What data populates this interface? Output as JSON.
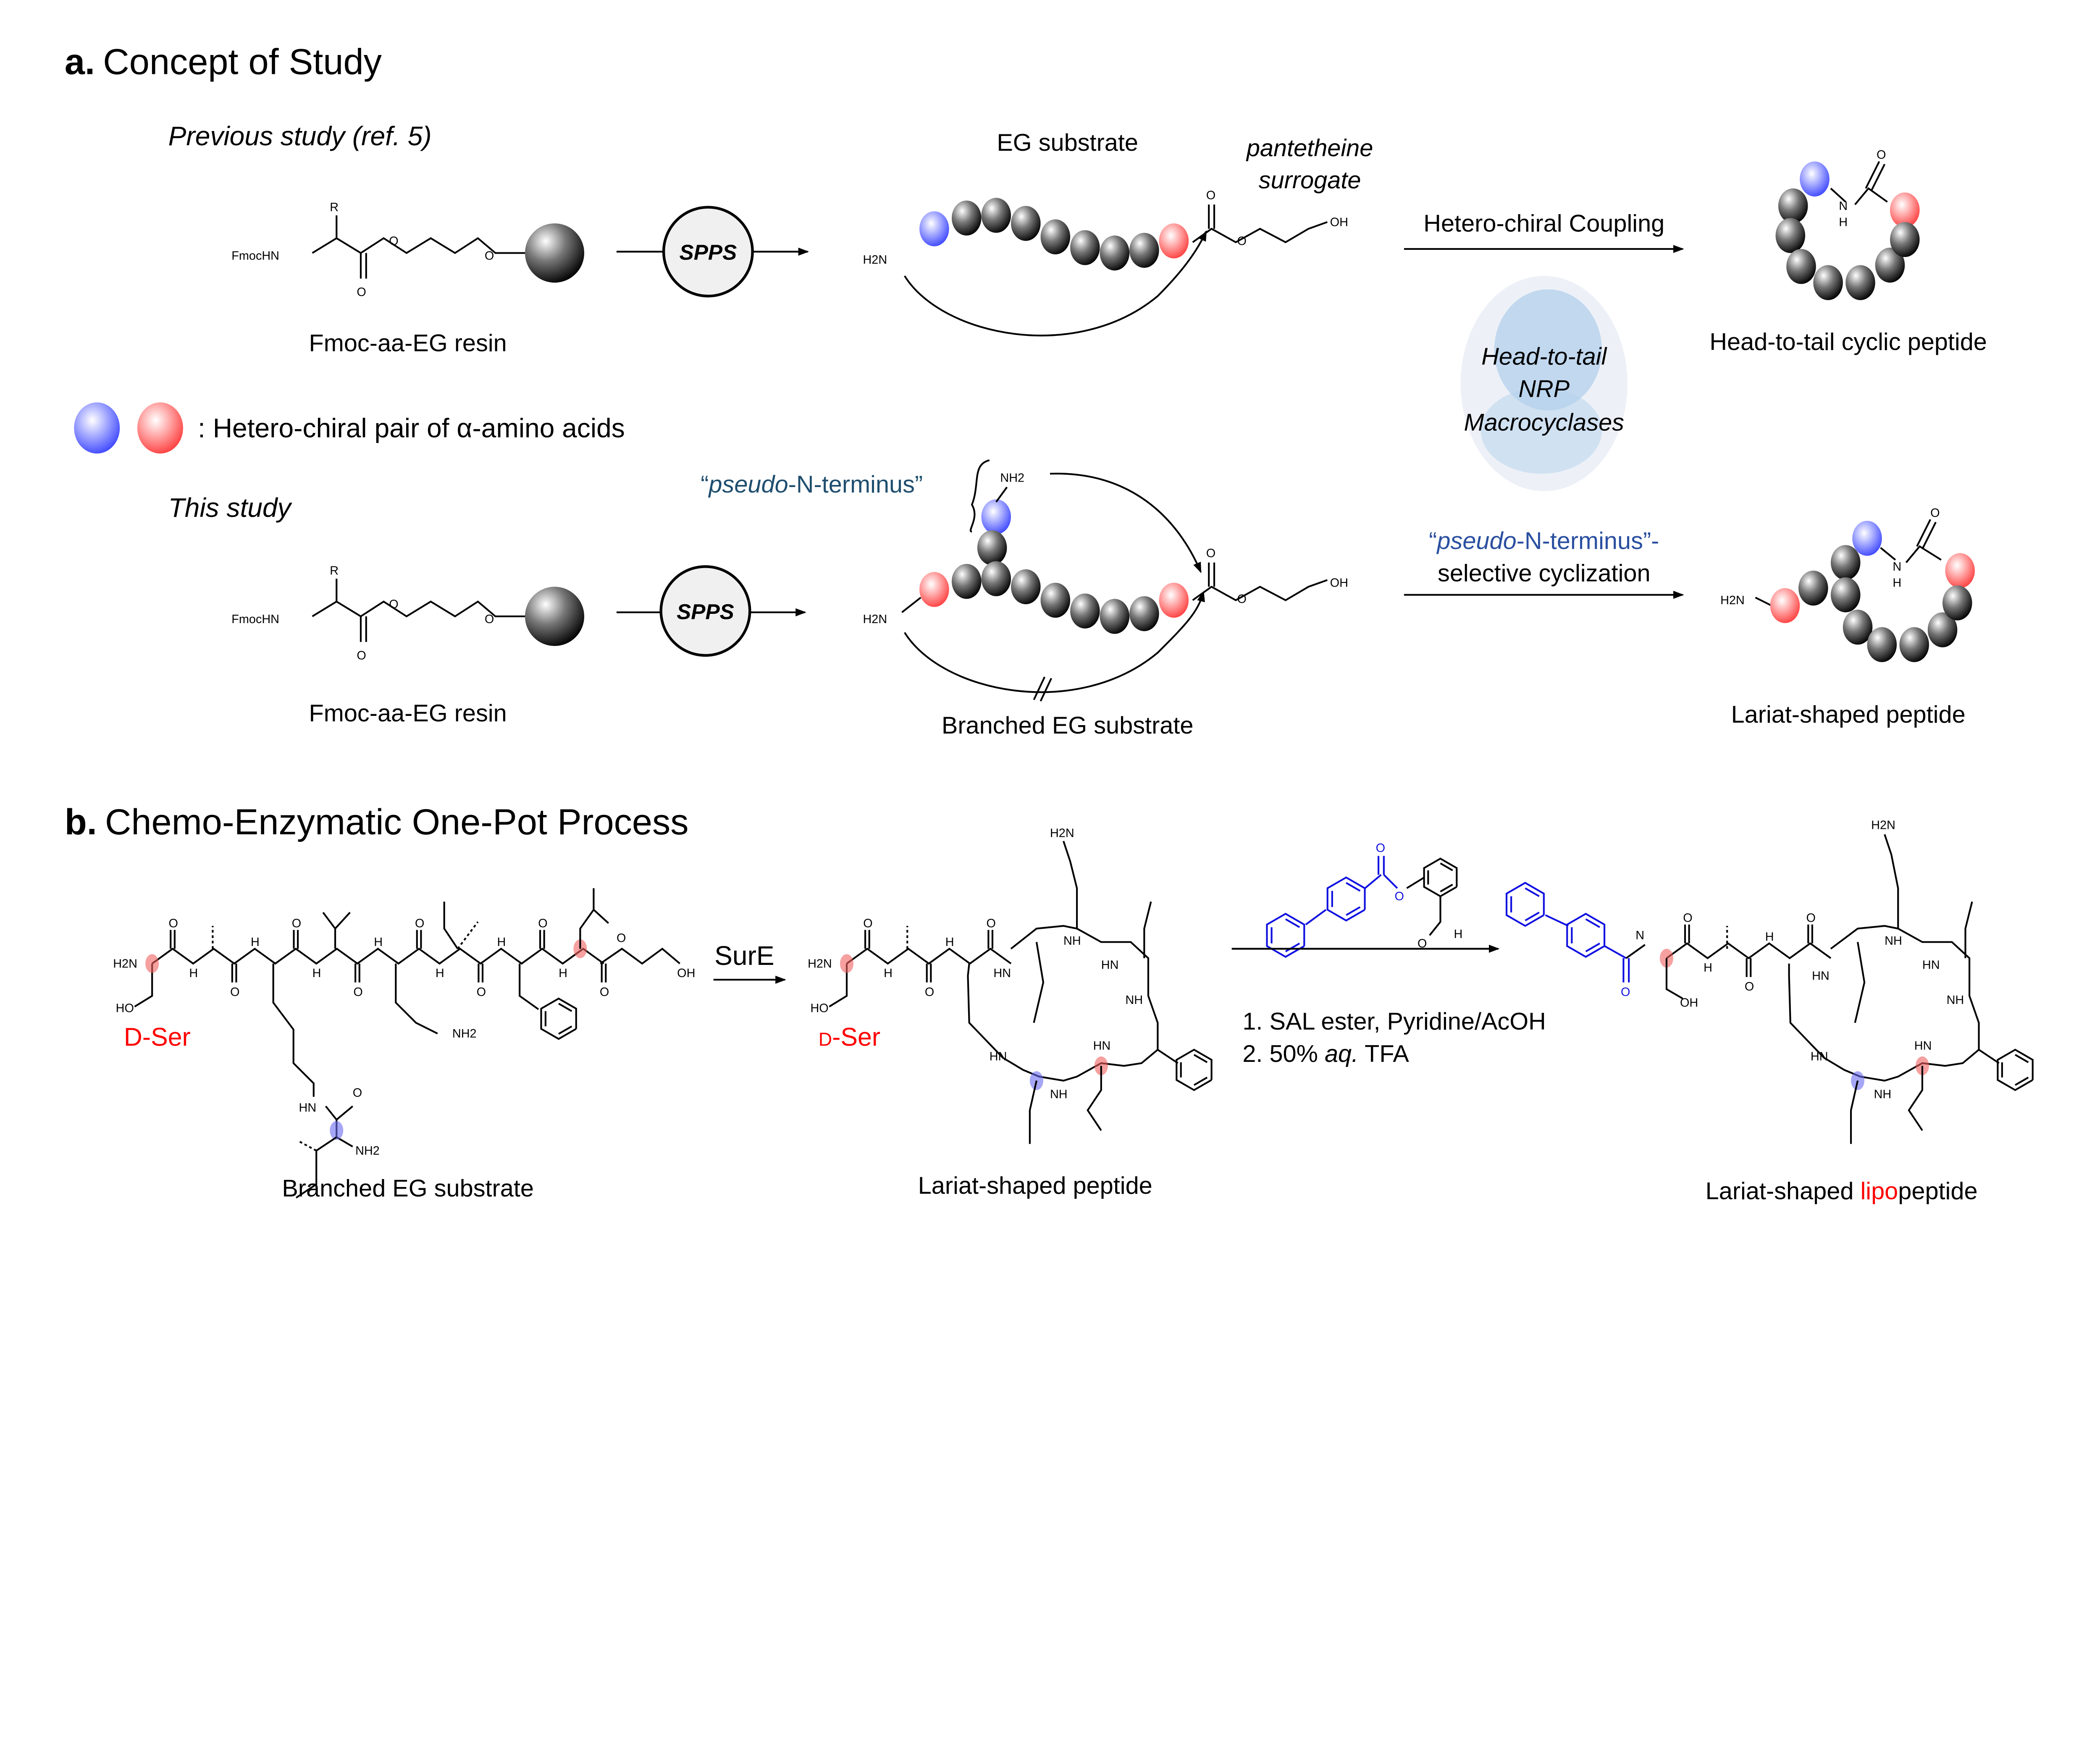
{
  "colors": {
    "blue_bead": "#3a44ff",
    "red_bead": "#ff3b3b",
    "grey_bead": "#222222",
    "pseudo_teal": "#1f4e6e",
    "pseudo_blue": "#2a4fa0",
    "highlight_red": "#ff0000",
    "reagent_blue": "#1010e0",
    "enzyme": "#9cc3ea"
  },
  "panel_a": {
    "title_letter": "a.",
    "title": "Concept of Study",
    "previous": {
      "heading": "Previous study (ref. 5)",
      "resin_label": "Fmoc-aa-EG resin",
      "r": "R",
      "fmochn": "FmocHN",
      "o": "O",
      "spps": "SPPS",
      "substrate_label": "EG substrate",
      "h2n": "H2N",
      "oh": "OH",
      "pantetheine": "pantetheine",
      "surrogate": "surrogate",
      "coupling": "Hetero-chiral Coupling",
      "product_label": "Head-to-tail cyclic peptide",
      "nh_n": "N",
      "nh_h": "H"
    },
    "legend": {
      "text": ": Hetero-chiral pair of α-amino acids"
    },
    "enzyme": {
      "line1": "Head-to-tail",
      "line2": "NRP",
      "line3": "Macrocyclases"
    },
    "this": {
      "heading": "This study",
      "resin_label": "Fmoc-aa-EG resin",
      "r": "R",
      "fmochn": "FmocHN",
      "o": "O",
      "spps": "SPPS",
      "pseudo_open": "“",
      "pseudo_it": "pseudo",
      "pseudo_rest": "-N-terminus”",
      "nh2": "NH2",
      "h2n": "H2N",
      "oh": "OH",
      "substrate_label": "Branched EG substrate",
      "sel_it": "pseudo",
      "sel_rest": "-N-terminus”-",
      "sel_open": "“",
      "sel_line2": "selective cyclization",
      "product_label": "Lariat-shaped peptide",
      "product_h2n": "H2N",
      "nh_n": "N",
      "nh_h": "H"
    }
  },
  "panel_b": {
    "title_letter": "b.",
    "title": "Chemo-Enzymatic One-Pot Process",
    "dser": "D-Ser",
    "dser_prefix": "D",
    "dser_rest": "-Ser",
    "enzyme_label": "SurE",
    "step1": "1. SAL ester, Pyridine/AcOH",
    "step2_a": "2. 50% ",
    "step2_it": "aq.",
    "step2_b": " TFA",
    "label_substrate": "Branched EG substrate",
    "label_lariat": "Lariat-shaped peptide",
    "label_lipo_a": "Lariat-shaped ",
    "label_lipo_red": "lipo",
    "label_lipo_b": "peptide",
    "atoms": [
      "H2N",
      "HO",
      "O",
      "N",
      "H",
      "NH2",
      "HN",
      "NH",
      "OH"
    ]
  }
}
